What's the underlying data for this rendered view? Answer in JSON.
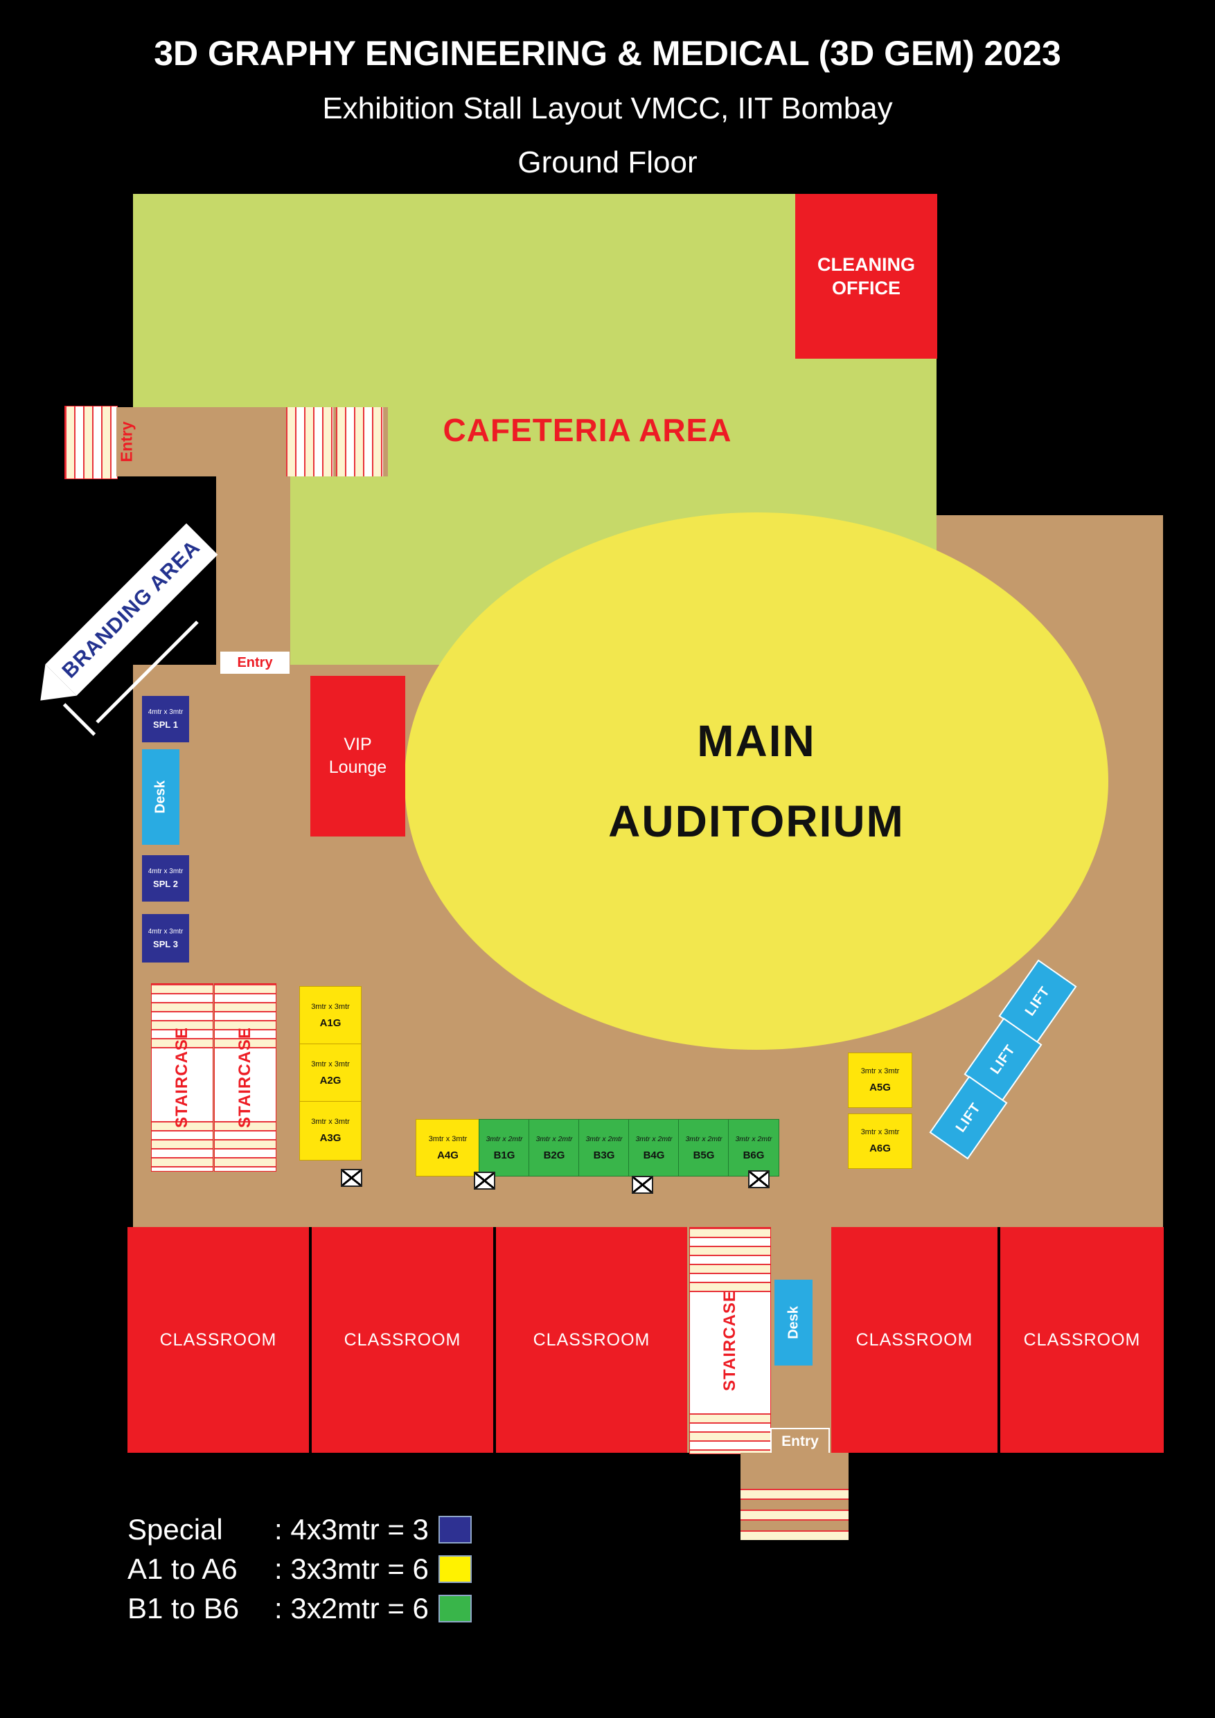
{
  "header": {
    "title": "3D GRAPHY ENGINEERING & MEDICAL (3D GEM) 2023",
    "subtitle": "Exhibition Stall Layout VMCC, IIT Bombay",
    "floor": "Ground Floor"
  },
  "labels": {
    "cafeteria": "CAFETERIA AREA",
    "cleaning_line1": "CLEANING",
    "cleaning_line2": "OFFICE",
    "auditorium_line1": "MAIN",
    "auditorium_line2": "AUDITORIUM",
    "vip_line1": "VIP",
    "vip_line2": "Lounge",
    "branding": "BRANDING AREA",
    "staircase": "STAIRCASE",
    "lift": "LIFT",
    "desk": "Desk",
    "entry": "Entry",
    "classroom": "CLASSROOM"
  },
  "stalls": {
    "special": [
      {
        "size": "4mtr x 3mtr",
        "label": "SPL 1"
      },
      {
        "size": "4mtr x 3mtr",
        "label": "SPL 2"
      },
      {
        "size": "4mtr x 3mtr",
        "label": "SPL 3"
      }
    ],
    "a_left": [
      {
        "size": "3mtr x 3mtr",
        "label": "A1G"
      },
      {
        "size": "3mtr x 3mtr",
        "label": "A2G"
      },
      {
        "size": "3mtr x 3mtr",
        "label": "A3G"
      }
    ],
    "a4": {
      "size": "3mtr x 3mtr",
      "label": "A4G"
    },
    "b_row": [
      {
        "size": "3mtr x 2mtr",
        "label": "B1G"
      },
      {
        "size": "3mtr x 2mtr",
        "label": "B2G"
      },
      {
        "size": "3mtr x 2mtr",
        "label": "B3G"
      },
      {
        "size": "3mtr x 2mtr",
        "label": "B4G"
      },
      {
        "size": "3mtr x 2mtr",
        "label": "B5G"
      },
      {
        "size": "3mtr x 2mtr",
        "label": "B6G"
      }
    ],
    "a_right": [
      {
        "size": "3mtr x 3mtr",
        "label": "A5G"
      },
      {
        "size": "3mtr x 3mtr",
        "label": "A6G"
      }
    ]
  },
  "legend": [
    {
      "name": "Special",
      "value": ": 4x3mtr = 3",
      "color": "#2e3192"
    },
    {
      "name": "A1 to A6",
      "value": ": 3x3mtr = 6",
      "color": "#fff200"
    },
    {
      "name": "B1 to B6",
      "value": ": 3x2mtr = 6",
      "color": "#39b54a"
    }
  ],
  "colors": {
    "floor_brown": "#c49a6c",
    "cafeteria_green": "#c6d969",
    "area_red": "#ed1c24",
    "auditorium_yellow": "#f2e74e",
    "stall_yellow": "#ffe50a",
    "stall_green": "#39b54a",
    "special_navy": "#2e3192",
    "desk_blue": "#29abe2",
    "branding_text_blue": "#23328f"
  }
}
